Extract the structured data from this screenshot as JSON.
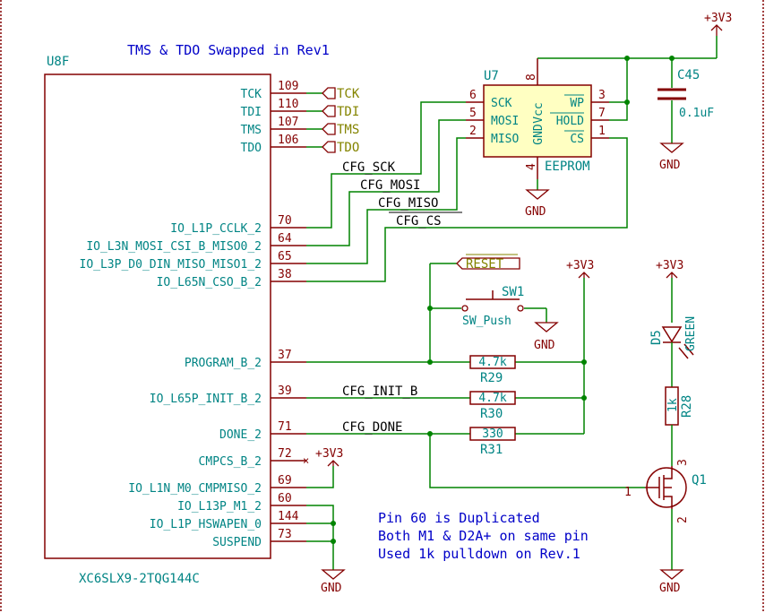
{
  "note_top": "TMS & TDO Swapped in Rev1",
  "note_bottom": [
    "Pin 60 is Duplicated",
    "Both M1 & D2A+ on same pin",
    "Used 1k pulldown on Rev.1"
  ],
  "u8": {
    "ref": "U8F",
    "value": "XC6SLX9-2TQG144C",
    "pins": [
      {
        "name": "TCK",
        "num": "109"
      },
      {
        "name": "TDI",
        "num": "110"
      },
      {
        "name": "TMS",
        "num": "107"
      },
      {
        "name": "TDO",
        "num": "106"
      },
      {
        "name": "IO_L1P_CCLK_2",
        "num": "70"
      },
      {
        "name": "IO_L3N_MOSI_CSI_B_MISO0_2",
        "num": "64"
      },
      {
        "name": "IO_L3P_D0_DIN_MISO_MISO1_2",
        "num": "65"
      },
      {
        "name": "IO_L65N_CSO_B_2",
        "num": "38"
      },
      {
        "name": "PROGRAM_B_2",
        "num": "37"
      },
      {
        "name": "IO_L65P_INIT_B_2",
        "num": "39"
      },
      {
        "name": "DONE_2",
        "num": "71"
      },
      {
        "name": "CMPCS_B_2",
        "num": "72"
      },
      {
        "name": "IO_L1N_M0_CMPMISO_2",
        "num": "69"
      },
      {
        "name": "IO_L13P_M1_2",
        "num": "60"
      },
      {
        "name": "IO_L1P_HSWAPEN_0",
        "num": "144"
      },
      {
        "name": "SUSPEND",
        "num": "73"
      }
    ]
  },
  "jtag_labels": [
    "TCK",
    "TDI",
    "TMS",
    "TDO"
  ],
  "nets": {
    "cfg_sck": "CFG_SCK",
    "cfg_mosi": "CFG_MOSI",
    "cfg_miso": "CFG_MISO",
    "cfg_cs": "CFG_CS",
    "cfg_init": "CFG_INIT_B",
    "cfg_done": "CFG_DONE",
    "reset": "RESET"
  },
  "u7": {
    "ref": "U7",
    "value": "EEPROM",
    "left_pins": [
      {
        "name": "SCK",
        "num": "6"
      },
      {
        "name": "MOSI",
        "num": "5"
      },
      {
        "name": "MISO",
        "num": "2"
      }
    ],
    "right_pins": [
      {
        "name": "WP",
        "num": "3"
      },
      {
        "name": "HOLD",
        "num": "7"
      },
      {
        "name": "CS",
        "num": "1"
      }
    ],
    "vcc": {
      "name": "Vcc",
      "num": "8"
    },
    "gnd": {
      "name": "GND",
      "num": "4"
    }
  },
  "c45": {
    "ref": "C45",
    "value": "0.1uF"
  },
  "sw1": {
    "ref": "SW1",
    "value": "SW_Push"
  },
  "r29": {
    "ref": "R29",
    "value": "4.7k"
  },
  "r30": {
    "ref": "R30",
    "value": "4.7k"
  },
  "r31": {
    "ref": "R31",
    "value": "330"
  },
  "r28": {
    "ref": "R28",
    "value": "1k"
  },
  "d5": {
    "ref": "D5",
    "value": "GREEN"
  },
  "q1": {
    "ref": "Q1",
    "gate_pin": "1",
    "drain_pin": "3",
    "source_pin": "2"
  },
  "power": {
    "vcc": "+3V3",
    "gnd": "GND"
  }
}
